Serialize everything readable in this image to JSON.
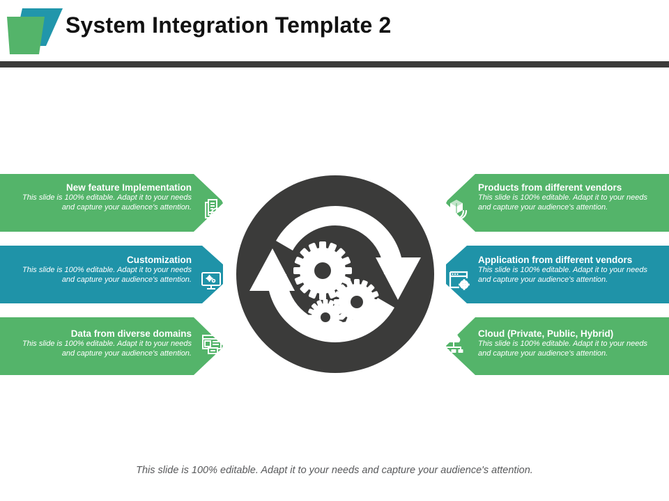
{
  "header": {
    "title": "System Integration Template 2",
    "logo": {
      "name": "company-logo",
      "back_shape_color": "#2196ab",
      "front_shape_color": "#54b46a"
    },
    "rule_color": "#3b3b3a"
  },
  "theme": {
    "green": "#54b46a",
    "teal": "#1f93a8",
    "hub_dark": "#3b3b3a",
    "white": "#ffffff",
    "footer_text": "#58595b",
    "title_text": "#121212"
  },
  "center": {
    "name": "system-integration-hub",
    "icon": "sync-arrows-gears-icon",
    "circle_color": "#3b3b3a",
    "glyph_color": "#ffffff"
  },
  "body_text": "This slide is 100% editable. Adapt it to your needs and capture your audience's attention.",
  "panels": {
    "left": [
      {
        "title": "New feature Implementation",
        "body": "This slide is 100% editable. Adapt it to your needs and capture your audience's attention.",
        "color": "#54b46a",
        "icon": "document-check-icon"
      },
      {
        "title": "Customization",
        "body": "This slide is 100% editable. Adapt it to your needs and capture your audience's attention.",
        "color": "#1f93a8",
        "icon": "monitor-gears-icon"
      },
      {
        "title": "Data from diverse domains",
        "body": "This slide is 100% editable. Adapt it to your needs and capture your audience's attention.",
        "color": "#54b46a",
        "icon": "web-layout-icon"
      }
    ],
    "right": [
      {
        "title": "Products from different vendors",
        "body": "This slide is 100% editable. Adapt it to your needs and capture your audience's attention.",
        "color": "#54b46a",
        "icon": "hands-holding-box-icon"
      },
      {
        "title": "Application from different vendors",
        "body": "This slide is 100% editable. Adapt it to your needs and capture your audience's attention.",
        "color": "#1f93a8",
        "icon": "browser-gear-icon"
      },
      {
        "title": "Cloud (Private, Public, Hybrid)",
        "body": "This slide is 100% editable. Adapt it to your needs and capture your audience's attention.",
        "color": "#54b46a",
        "icon": "cloud-network-icon"
      }
    ]
  },
  "footer": {
    "note": "This slide is 100% editable. Adapt it to your needs and capture your audience's attention."
  }
}
